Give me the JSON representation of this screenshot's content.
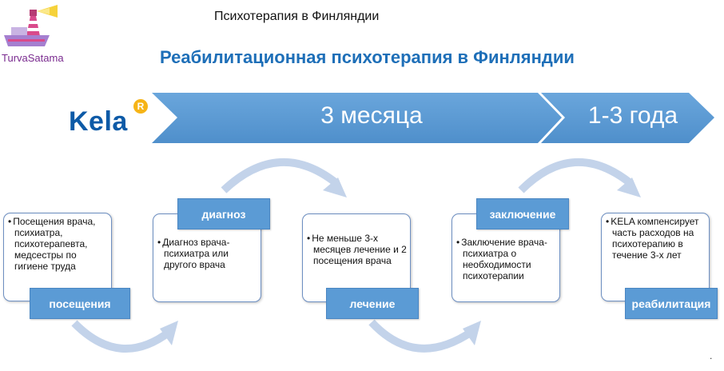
{
  "header": {
    "title": "Психотерапия в Финляндии"
  },
  "brand": {
    "name": "TurvaSatama"
  },
  "main": {
    "title": "Реабилитационная психотерапия в Финляндии"
  },
  "kela": {
    "logo_text": "Kela",
    "badge": "R"
  },
  "timeline": {
    "segments": [
      {
        "label": "3 месяца"
      },
      {
        "label": "1-3 года"
      }
    ]
  },
  "steps": [
    {
      "label": "посещения",
      "text": "Посещения врача, психиатра, психотерапевта, медсестры по гигиене труда"
    },
    {
      "label": "диагноз",
      "text": "Диагноз врача-психиатра или другого врача"
    },
    {
      "label": "лечение",
      "text": "Не меньше 3-х месяцев лечение и 2 посещения врача"
    },
    {
      "label": "заключение",
      "text": "Заключение врача-психиатра о необходимости психотерапии"
    },
    {
      "label": "реабилитация",
      "text": "KELA компенсирует часть расходов на психотерапию в течение 3-х лет"
    }
  ],
  "footer": {
    "mark": "."
  },
  "colors": {
    "accent": "#5b9bd5",
    "title": "#1e6fb8",
    "kela": "#0d5aa7",
    "arrow": "#c3d3ea"
  },
  "icons": {
    "logo": "lighthouse-ship-logo-icon",
    "flow_arrow": "curved-arrow-icon"
  }
}
